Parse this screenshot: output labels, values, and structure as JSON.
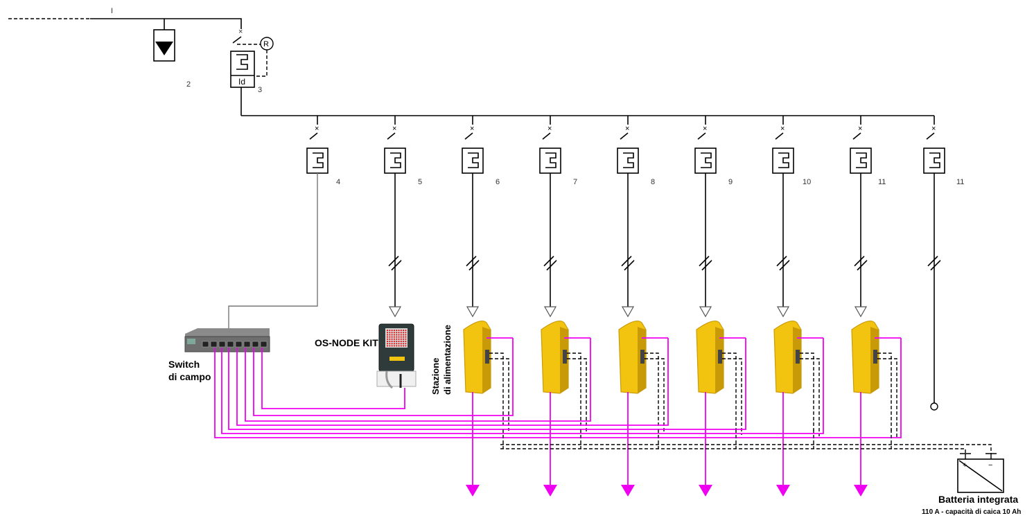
{
  "labels": {
    "input_mark": "I",
    "spd_number": "2",
    "rcd_number": "3",
    "rcd_id_mark": "Id",
    "relay_mark": "R",
    "switch_name_line1": "Switch",
    "switch_name_line2": "di campo",
    "node_kit": "OS-NODE KIT",
    "station_line1": "Stazione",
    "station_line2": "di alimentazione",
    "battery_title": "Batteria integrata",
    "battery_spec": "110 A - capacità di caica 10 Ah",
    "battery_plus": "+",
    "battery_minus": "−"
  },
  "branches": [
    {
      "number": "4",
      "load": "switch"
    },
    {
      "number": "5",
      "load": "node-kit"
    },
    {
      "number": "6",
      "load": "station"
    },
    {
      "number": "7",
      "load": "station"
    },
    {
      "number": "8",
      "load": "station"
    },
    {
      "number": "9",
      "load": "station"
    },
    {
      "number": "10",
      "load": "station"
    },
    {
      "number": "11",
      "load": "station"
    },
    {
      "number": "11",
      "load": "spare"
    }
  ],
  "colors": {
    "wire": "#000000",
    "signal": "#f000f0",
    "station": "#f2c40f",
    "station_dark": "#c99a08"
  }
}
